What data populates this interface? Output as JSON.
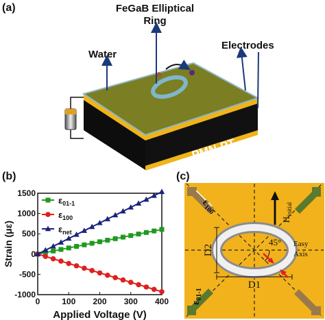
{
  "panels": {
    "a": {
      "label": "(a)",
      "ring_label_line1": "FeGaB Elliptical",
      "ring_label_line2": "Ring",
      "water_label": "Water",
      "electrodes_label": "Electrodes",
      "substrate_label": "PMN-PT"
    },
    "b": {
      "label": "(b)"
    },
    "c": {
      "label": "(c)",
      "h_initial_base": "H",
      "h_initial_sub": "initial",
      "angle_label": "45°",
      "easy_axis_line1": "Easy",
      "easy_axis_line2": "Axis",
      "d1_label": "D1",
      "d2_label": "D2",
      "eps100_base": "ε",
      "eps100_sub": "100",
      "eps011_base": "ε",
      "eps011_sub": "01-1"
    }
  },
  "colors": {
    "series_eps011": "#1f9a1f",
    "series_eps100": "#e01f1f",
    "series_epsnet": "#1a237e",
    "panel_c_bg": "#f2b21c",
    "water_top": "#7b7e22",
    "gold_layer": "#f0b418"
  },
  "chart_data": {
    "type": "line",
    "title": "",
    "xlabel": "Applied Voltage (V)",
    "ylabel": "Strain (με)",
    "xlim": [
      0,
      400
    ],
    "ylim": [
      -1000,
      1500
    ],
    "xticks": [
      0,
      100,
      200,
      300,
      400
    ],
    "yticks": [
      -1000,
      -500,
      0,
      500,
      1000,
      1500
    ],
    "grid": false,
    "legend_position": "top-left",
    "x": [
      0,
      25,
      50,
      75,
      100,
      125,
      150,
      175,
      200,
      225,
      250,
      275,
      300,
      325,
      350,
      375,
      400
    ],
    "series": [
      {
        "name": "ε01-1",
        "name_base": "ε",
        "name_sub": "01-1",
        "marker": "square",
        "values": [
          0,
          38,
          76,
          114,
          152,
          190,
          228,
          266,
          304,
          342,
          380,
          418,
          456,
          494,
          532,
          570,
          608
        ]
      },
      {
        "name": "ε100",
        "name_base": "ε",
        "name_sub": "100",
        "marker": "circle",
        "values": [
          0,
          -58,
          -116,
          -174,
          -232,
          -290,
          -348,
          -406,
          -464,
          -522,
          -580,
          -638,
          -696,
          -754,
          -812,
          -870,
          -928
        ]
      },
      {
        "name": "εnet",
        "name_base": "ε",
        "name_sub": "net",
        "marker": "triangle",
        "values": [
          0,
          96,
          192,
          288,
          384,
          480,
          576,
          672,
          768,
          864,
          960,
          1056,
          1152,
          1248,
          1344,
          1440,
          1536
        ]
      }
    ]
  }
}
